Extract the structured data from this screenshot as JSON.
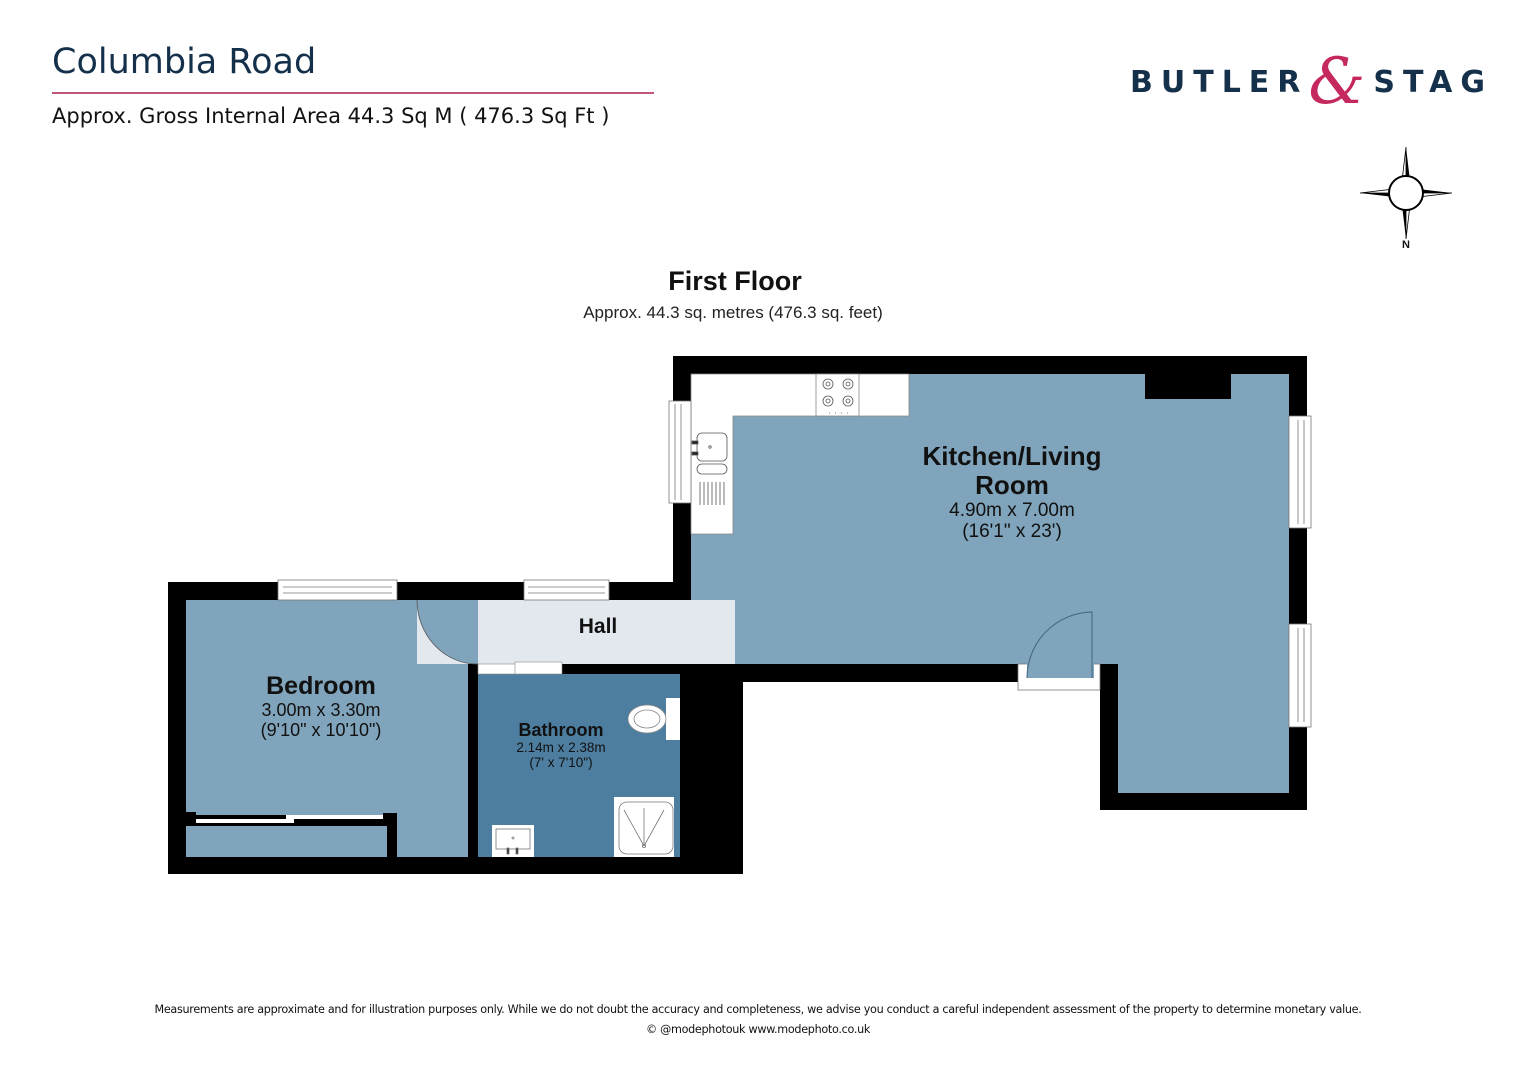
{
  "header": {
    "title": "Columbia Road",
    "subtitle": "Approx. Gross Internal Area 44.3 Sq M ( 476.3 Sq Ft )",
    "accent_rule_color": "#c0587b"
  },
  "logo": {
    "left_word": "BUTLER",
    "ampersand": "&",
    "right_word": "STAG",
    "text_color": "#14304a",
    "ampersand_color": "#c5285f"
  },
  "compass": {
    "icon": "compass-rose-icon",
    "label": "N"
  },
  "floor": {
    "title": "First Floor",
    "area": "Approx. 44.3 sq. metres (476.3 sq. feet)"
  },
  "rooms": {
    "kitchen": {
      "name_line1": "Kitchen/Living",
      "name_line2": "Room",
      "metric": "4.90m x 7.00m",
      "imperial": "(16'1\" x 23')",
      "color": "#7fa4bb"
    },
    "hall": {
      "name": "Hall",
      "color": "#e3e8ef"
    },
    "bedroom": {
      "name": "Bedroom",
      "metric": "3.00m x 3.30m",
      "imperial": "(9'10\" x 10'10\")",
      "color": "#7fa4bb"
    },
    "bathroom": {
      "name": "Bathroom",
      "metric": "2.14m x 2.38m",
      "imperial": "(7' x 7'10\")",
      "color": "#4d7ea0"
    }
  },
  "fixtures": {
    "hob": "hob-icon",
    "sink": "kitchen-sink-icon",
    "toilet": "toilet-icon",
    "shower": "shower-tray-icon",
    "basin": "wash-basin-icon",
    "wardrobe": "wardrobe-icon"
  },
  "footer": {
    "disclaimer": "Measurements are approximate and for illustration purposes only.  While we do not doubt the accuracy and completeness, we advise you conduct a careful independent assessment of the property to determine monetary value.",
    "credit": "© @modephotouk www.modephoto.co.uk"
  }
}
